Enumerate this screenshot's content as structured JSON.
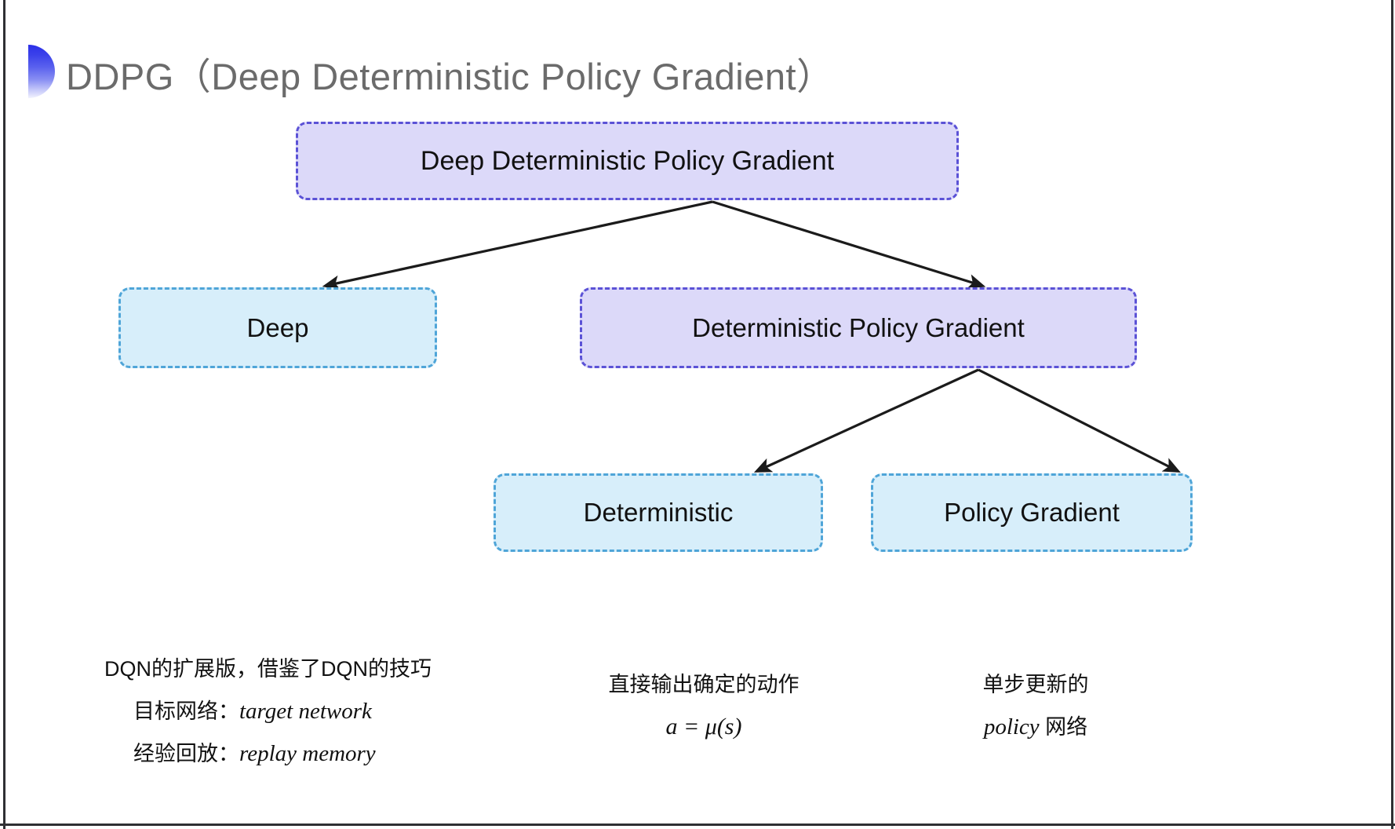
{
  "slide": {
    "title": "DDPG（Deep Deterministic Policy Gradient）",
    "background_color": "#ffffff",
    "title_color": "#6b6b6b",
    "accent_color": "#2b2fe8"
  },
  "diagram": {
    "type": "tree",
    "nodes": {
      "root": {
        "label": "Deep Deterministic Policy Gradient",
        "style": "purple",
        "fill": "#dcd9f9",
        "border": "#5b52d6"
      },
      "deep": {
        "label": "Deep",
        "style": "blue",
        "fill": "#d7eefa",
        "border": "#4fa5d8"
      },
      "dpg": {
        "label": "Deterministic Policy Gradient",
        "style": "purple",
        "fill": "#dcd9f9",
        "border": "#5b52d6"
      },
      "deterministic": {
        "label": "Deterministic",
        "style": "blue",
        "fill": "#d7eefa",
        "border": "#4fa5d8"
      },
      "policy_gradient": {
        "label": "Policy Gradient",
        "style": "blue",
        "fill": "#d7eefa",
        "border": "#4fa5d8"
      }
    },
    "edges": [
      {
        "from": "root",
        "to": "deep"
      },
      {
        "from": "root",
        "to": "dpg"
      },
      {
        "from": "dpg",
        "to": "deterministic"
      },
      {
        "from": "dpg",
        "to": "policy_gradient"
      }
    ],
    "edge_color": "#1b1b1b"
  },
  "captions": {
    "deep": {
      "line1": "DQN的扩展版，借鉴了DQN的技巧",
      "line2_label": "目标网络：",
      "line2_term": "target network",
      "line3_label": "经验回放：",
      "line3_term": "replay memory"
    },
    "deterministic": {
      "line1": "直接输出确定的动作",
      "formula": "a = μ(s)"
    },
    "policy_gradient": {
      "line1": "单步更新的",
      "line2_term": "policy",
      "line2_suffix": " 网络"
    }
  }
}
